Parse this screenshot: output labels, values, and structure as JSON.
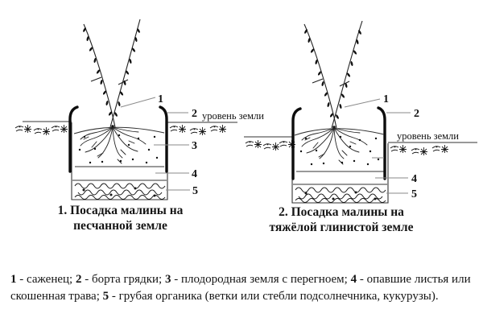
{
  "figure": {
    "colors": {
      "ink": "#1a1a1a",
      "leader_line": "#8a8a8a",
      "background": "#ffffff"
    },
    "left": {
      "caption_line1": "1. Посадка малины на",
      "caption_line2": "песчанной земле",
      "ground_label": "уровень земли",
      "callouts": {
        "n1": "1",
        "n2": "2",
        "n3": "3",
        "n4": "4",
        "n5": "5"
      }
    },
    "right": {
      "caption_line1": "2. Посадка малины на",
      "caption_line2": "тяжёлой глинистой земле",
      "ground_label": "уровень земли",
      "callouts": {
        "n1": "1",
        "n2": "2",
        "n4": "4",
        "n5": "5"
      }
    },
    "legend": {
      "items": [
        {
          "num": "1",
          "text": " - саженец; "
        },
        {
          "num": "2",
          "text": " - борта грядки; "
        },
        {
          "num": "3",
          "text": " - плодородная земля с перегноем; "
        },
        {
          "num": "4",
          "text": " - опавшие листья или скошенная трава; "
        },
        {
          "num": "5",
          "text": " - грубая органика (ветки или стебли подсолнечника, кукурузы)."
        }
      ]
    }
  }
}
